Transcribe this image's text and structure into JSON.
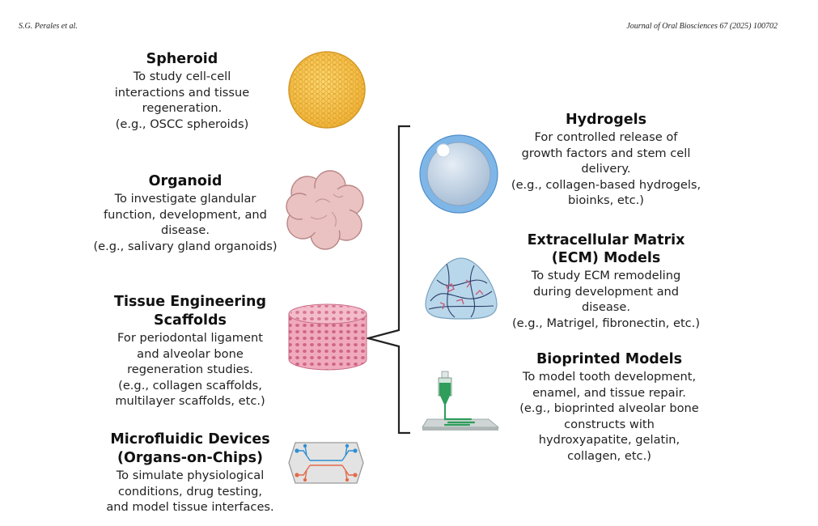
{
  "header": {
    "authors": "S.G. Perales et al.",
    "journal": "Journal of Oral Biosciences 67 (2025) 100702"
  },
  "left_models": [
    {
      "title": [
        "Spheroid"
      ],
      "lines": [
        "To study cell-cell",
        "interactions and tissue",
        "regeneration.",
        "(e.g., OSCC spheroids)"
      ],
      "icon": "spheroid-icon",
      "color": "#f5c24a"
    },
    {
      "title": [
        "Organoid"
      ],
      "lines": [
        "To investigate glandular",
        "function, development, and",
        "disease.",
        "(e.g., salivary gland organoids)"
      ],
      "icon": "organoid-icon",
      "color": "#e9bcbc"
    },
    {
      "title": [
        "Tissue Engineering",
        "Scaffolds"
      ],
      "lines": [
        "For periodontal ligament",
        "and alveolar bone",
        "regeneration studies.",
        "(e.g., collagen scaffolds,",
        "multilayer scaffolds, etc.)"
      ],
      "icon": "scaffold-icon",
      "color": "#e79aae"
    },
    {
      "title": [
        "Microfluidic Devices",
        "(Organs-on-Chips)"
      ],
      "lines": [
        "To simulate physiological",
        "conditions, drug testing,",
        "and model tissue interfaces."
      ],
      "icon": "microfluidic-chip-icon",
      "color": "#d9d9d9"
    }
  ],
  "right_models": [
    {
      "title": [
        "Hydrogels"
      ],
      "lines": [
        "For controlled release of",
        "growth factors and stem cell",
        "delivery.",
        "(e.g., collagen-based hydrogels,",
        "bioinks, etc.)"
      ],
      "icon": "hydrogel-icon",
      "color": "#7fb6e8"
    },
    {
      "title": [
        "Extracellular Matrix",
        "(ECM) Models"
      ],
      "lines": [
        "To study ECM remodeling",
        "during development and",
        "disease.",
        "(e.g., Matrigel, fibronectin, etc.)"
      ],
      "icon": "ecm-icon",
      "color": "#a9cde3"
    },
    {
      "title": [
        "Bioprinted Models"
      ],
      "lines": [
        "To model tooth development,",
        "enamel, and tissue repair.",
        "(e.g., bioprinted alveolar bone",
        "constructs with",
        "hydroxyapatite, gelatin,",
        "collagen, etc.)"
      ],
      "icon": "bioprinter-icon",
      "color": "#2e9e5a"
    }
  ]
}
